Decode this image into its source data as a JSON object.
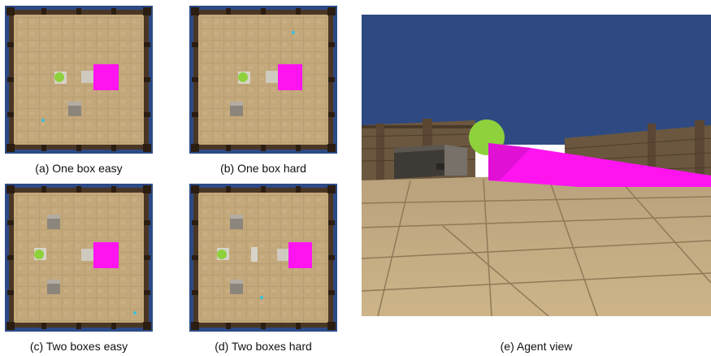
{
  "figure": {
    "panels": [
      {
        "id": "a",
        "caption": "(a) One box easy"
      },
      {
        "id": "b",
        "caption": "(b) One box hard"
      },
      {
        "id": "c",
        "caption": "(c) Two boxes easy"
      },
      {
        "id": "d",
        "caption": "(d) Two boxes hard"
      },
      {
        "id": "e",
        "caption": "(e) Agent view"
      }
    ]
  },
  "colors": {
    "sky": "#2f4a82",
    "floor": "#c4a97c",
    "wall_outer": "#2c4a86",
    "wall_wood": "#4a3624",
    "goal_magenta": "#ff14f0",
    "agent_green": "#8ed13c",
    "box_grey": "#9a948b",
    "marker_cyan": "#37c0e0"
  }
}
